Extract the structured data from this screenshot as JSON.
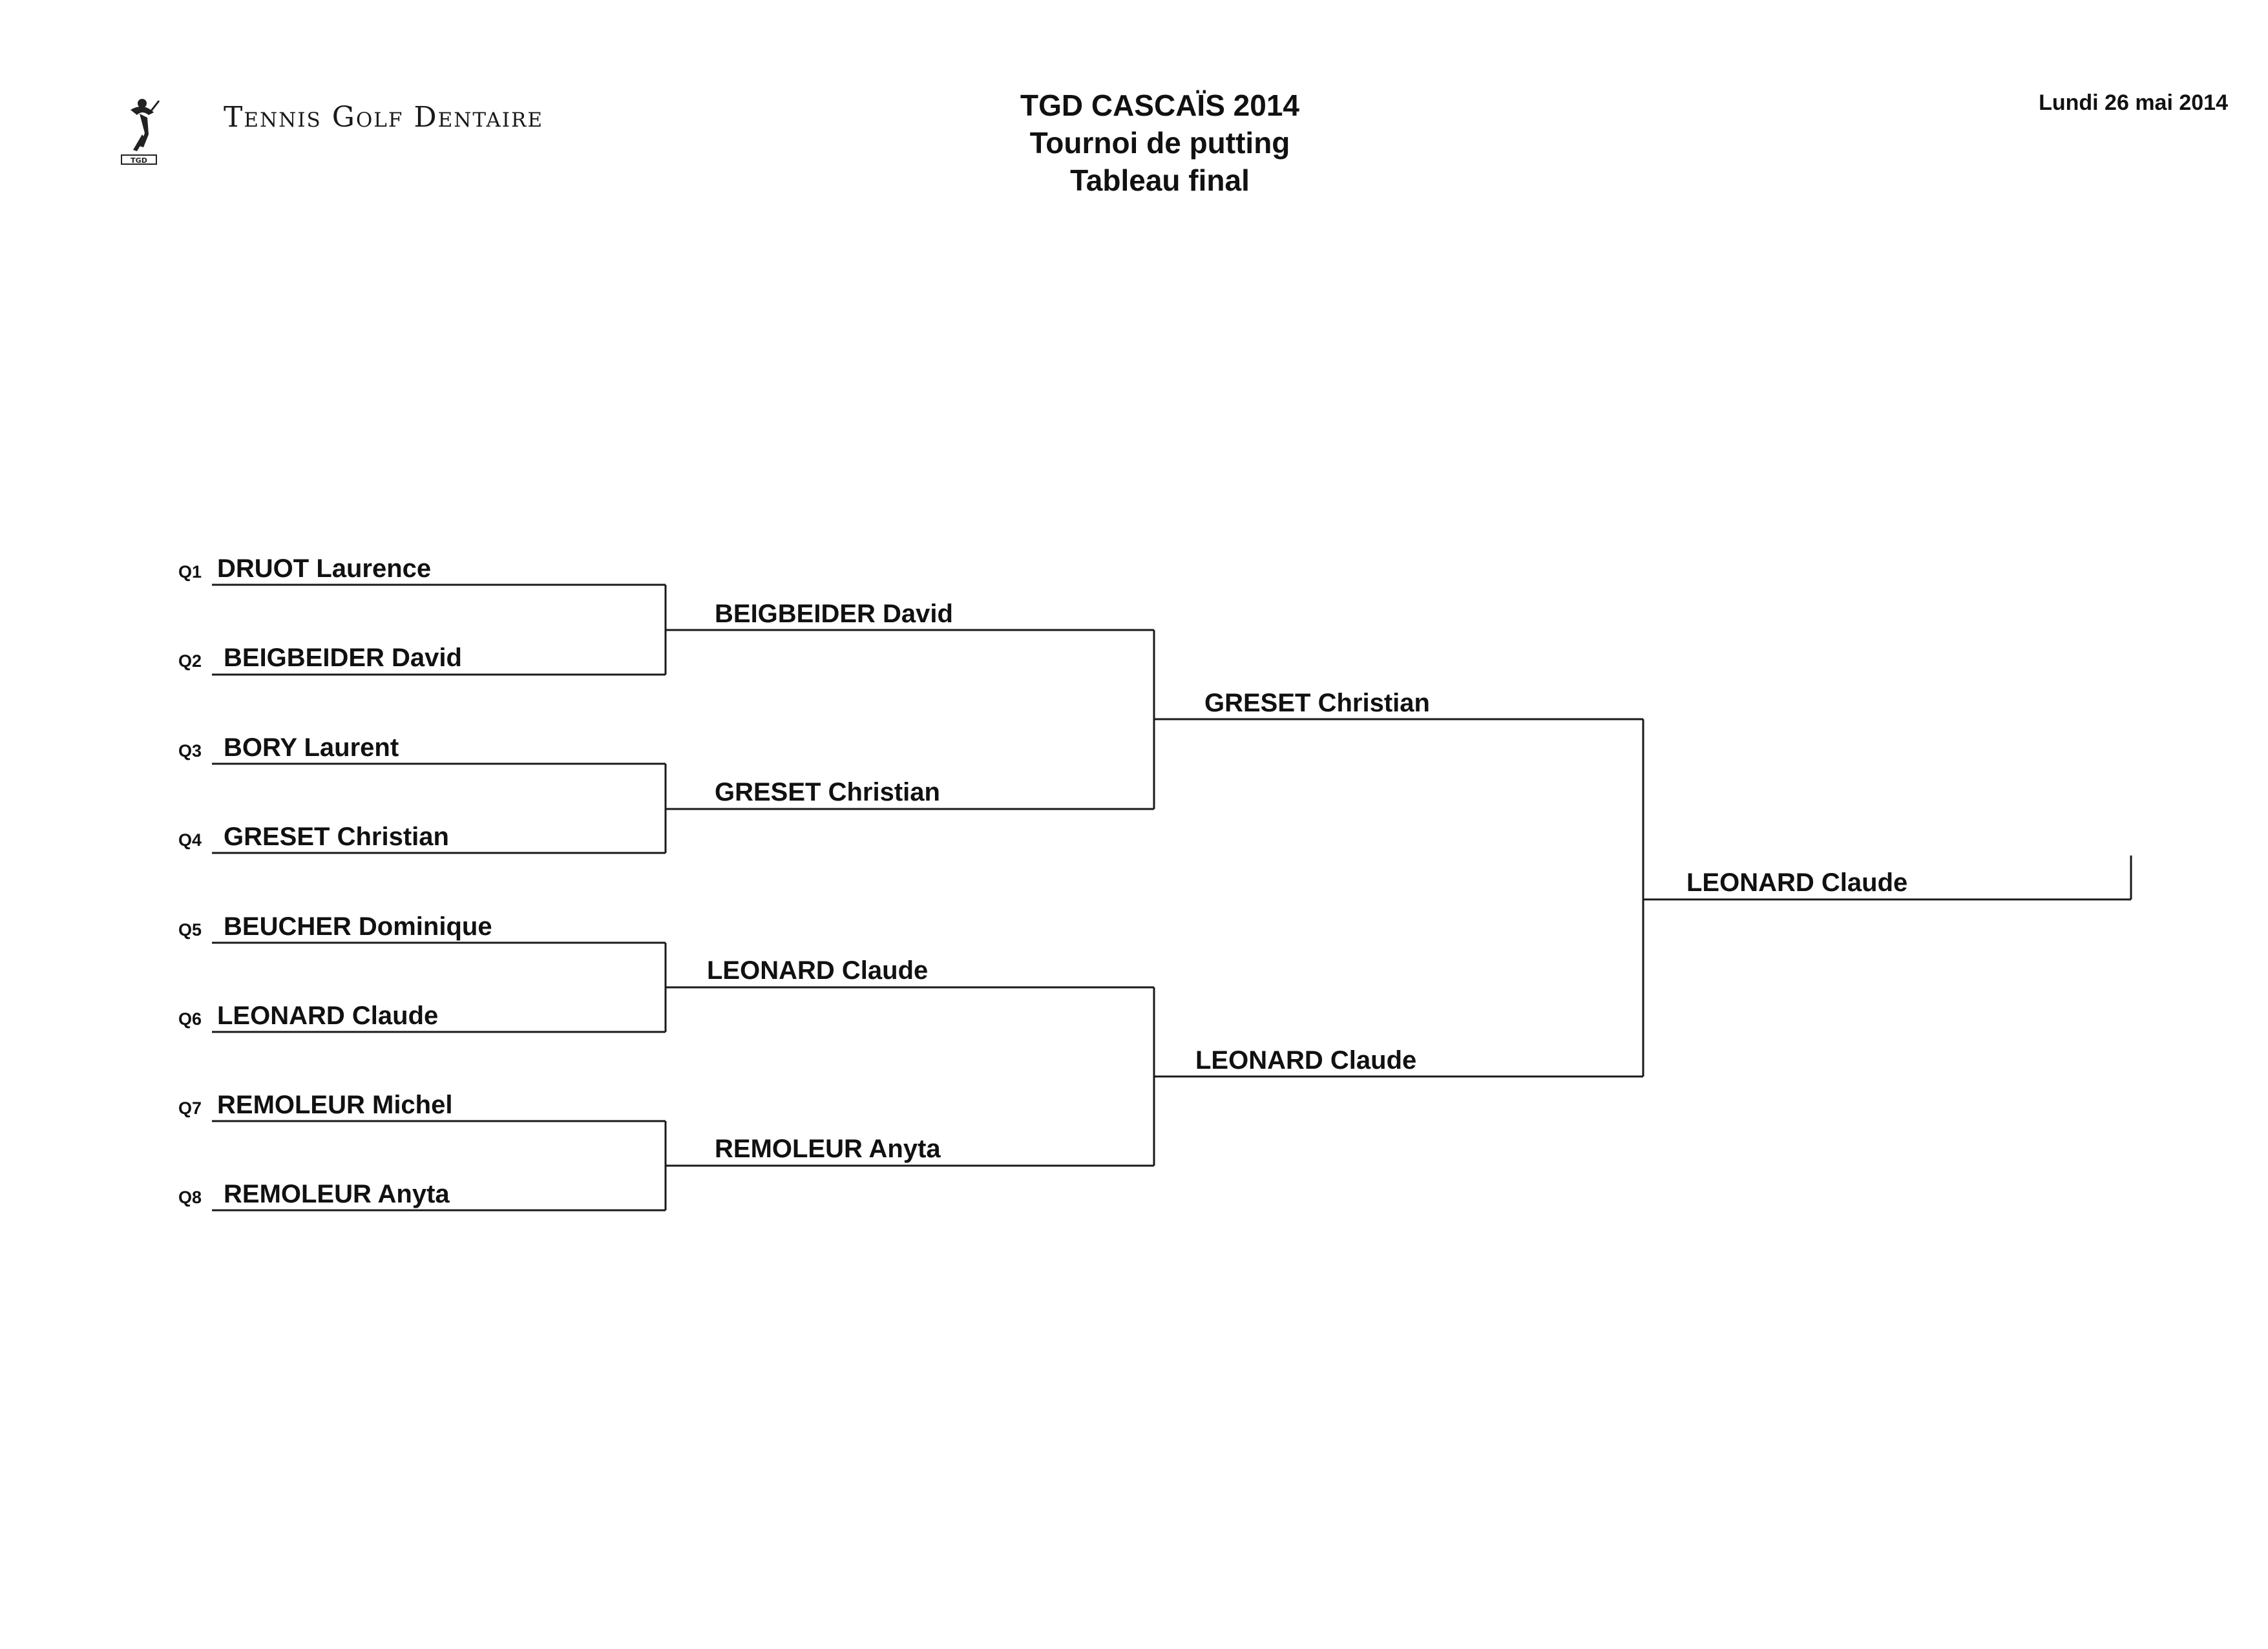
{
  "header": {
    "org_name": "Tennis Golf Dentaire",
    "logo_icon": "tgd-golfer-logo-icon",
    "title_lines": [
      "TGD CASCAÏS 2014",
      "Tournoi de putting",
      "Tableau final"
    ],
    "date": "Lundi 26 mai 2014"
  },
  "bracket": {
    "round1": [
      {
        "seed": "Q1",
        "name": "DRUOT Laurence"
      },
      {
        "seed": "Q2",
        "name": "BEIGBEIDER David"
      },
      {
        "seed": "Q3",
        "name": "BORY Laurent"
      },
      {
        "seed": "Q4",
        "name": "GRESET Christian"
      },
      {
        "seed": "Q5",
        "name": "BEUCHER Dominique"
      },
      {
        "seed": "Q6",
        "name": "LEONARD Claude"
      },
      {
        "seed": "Q7",
        "name": "REMOLEUR Michel"
      },
      {
        "seed": "Q8",
        "name": "REMOLEUR Anyta"
      }
    ],
    "round2": [
      "BEIGBEIDER David",
      "GRESET Christian",
      "LEONARD Claude",
      "REMOLEUR Anyta"
    ],
    "round3": [
      "GRESET Christian",
      "LEONARD Claude"
    ],
    "winner": "LEONARD Claude"
  }
}
